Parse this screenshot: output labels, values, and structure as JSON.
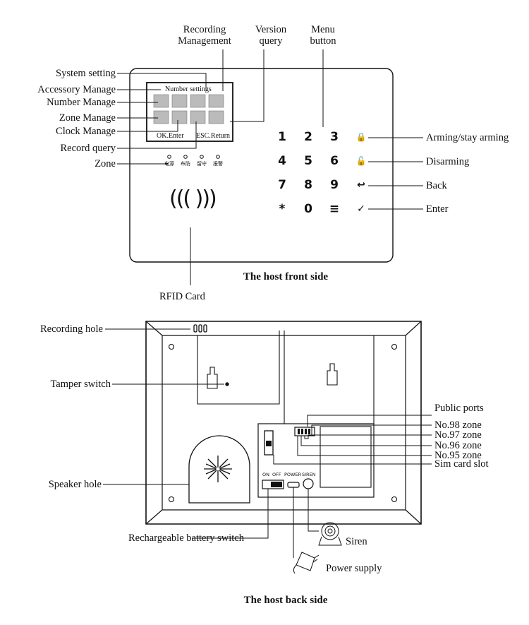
{
  "front": {
    "top_labels": {
      "recording": [
        "Recording",
        "Management"
      ],
      "version": [
        "Version",
        "query"
      ],
      "menu": [
        "Menu",
        "button"
      ]
    },
    "left_labels": {
      "system_setting": "System setting",
      "accessory": "Accessory Manage",
      "number": "Number  Manage",
      "zone_manage": "Zone Manage",
      "clock": "Clock Manage",
      "record_query": "Record query",
      "zone": "Zone"
    },
    "screen": {
      "title": "Number settings",
      "ok": "OK.Enter",
      "esc": "ESC.Return"
    },
    "leds": [
      "电源",
      "布防",
      "留守",
      "报警"
    ],
    "keypad": [
      [
        "1",
        "2",
        "3"
      ],
      [
        "4",
        "5",
        "6"
      ],
      [
        "7",
        "8",
        "9"
      ],
      [
        "*",
        "0",
        "≡"
      ]
    ],
    "side_keys": [
      "🔒",
      "🔓",
      "↩",
      "✓"
    ],
    "right_labels": {
      "arming": "Arming/stay arming",
      "disarming": "Disarming",
      "back": "Back",
      "enter": "Enter"
    },
    "rfid_symbol": "((( )))",
    "rfid": "RFID  Card",
    "caption": "The host front side"
  },
  "back": {
    "labels": {
      "recording_hole": "Recording hole",
      "tamper": "Tamper switch",
      "speaker": "Speaker hole",
      "public_ports": "Public ports",
      "z98": "No.98 zone",
      "z97": "No.97 zone",
      "z96": "No.96 zone",
      "z95": "No.95 zone",
      "sim": "Sim card slot",
      "battery": "Rechargeable battery switch",
      "siren": "Siren",
      "power": "Power supply"
    },
    "panel": {
      "on": "ON",
      "off": "OFF",
      "power": "POWER",
      "siren": "SIREN"
    },
    "caption": "The host back side"
  }
}
